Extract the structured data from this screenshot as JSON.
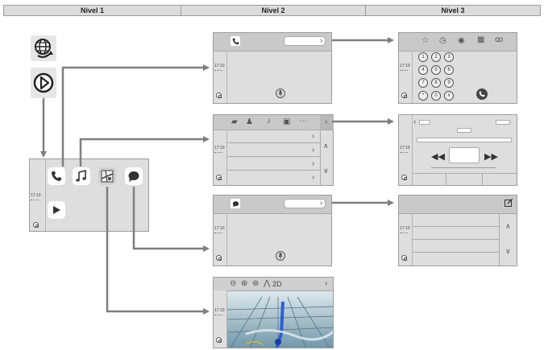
{
  "columns": [
    "Nível 1",
    "Nível 2",
    "Nível 3"
  ],
  "clock": "17:10",
  "nav_mode": "2D",
  "keypad": [
    "1",
    "2",
    "3",
    "4",
    "5",
    "6",
    "7",
    "8",
    "9",
    "*",
    "0",
    "#"
  ],
  "icons": {
    "carplay_icon": "globe-connect-icon",
    "play_icon": "circle-play-icon",
    "phone_icon": "phone-icon",
    "music_icon": "music-note-icon",
    "maps_icon": "maps-icon",
    "messages_icon": "message-bubble-icon"
  },
  "colors": {
    "connector": "#7f7f7f",
    "screen": "#dedede",
    "header": "#dcdcdc"
  }
}
